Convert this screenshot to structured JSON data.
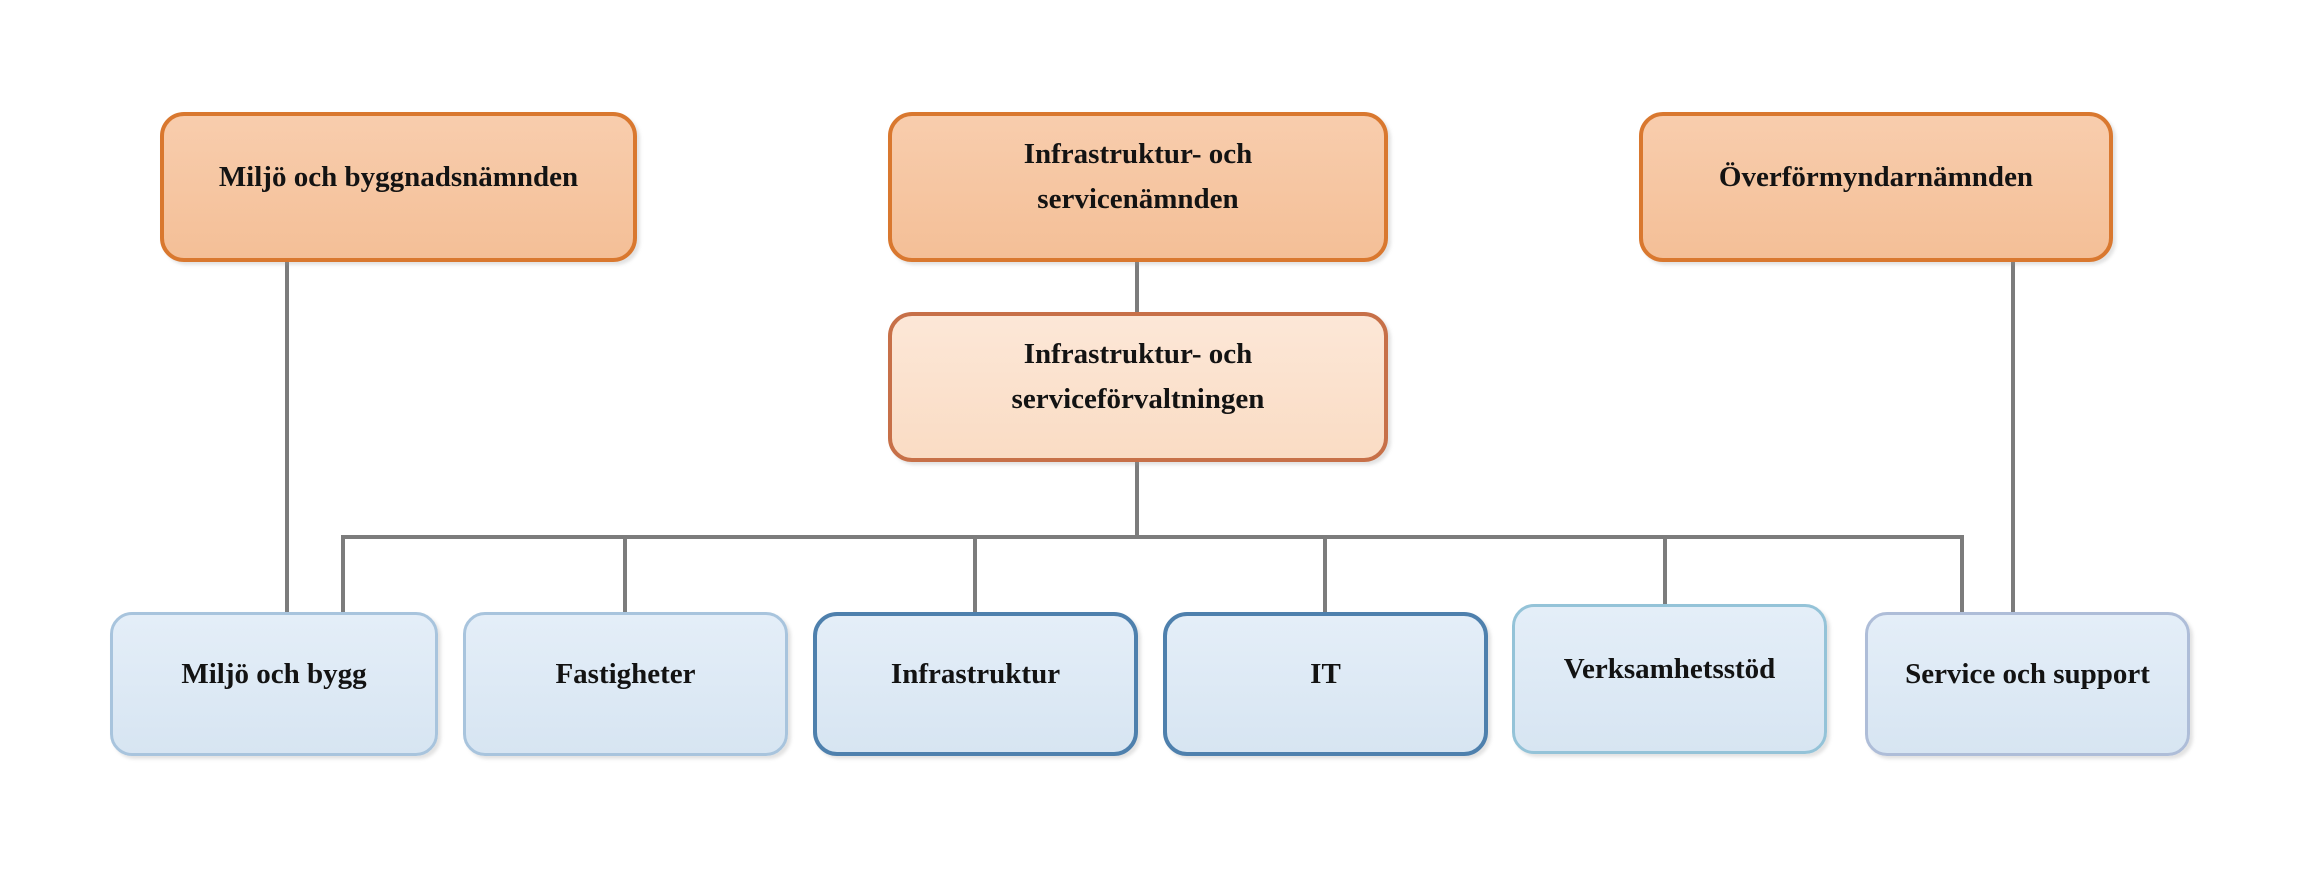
{
  "diagram": {
    "type": "org-chart",
    "background": "#FFFFFF"
  },
  "colors": {
    "connector": "#7C7C7C",
    "text": "#131313",
    "orange_border": "#D9782F",
    "orange_fill": "#F6C5A1",
    "peach_border": "#C77048",
    "peach_fill": "#FBE2CE",
    "blue_fill": "#DDE9F5",
    "border_light_blue": "#A8C4DD",
    "border_medium_blue": "#4E80AD",
    "border_cyan_blue": "#94C3D8",
    "border_gray_blue": "#AEBDD8"
  },
  "nodes": [
    {
      "id": "miljo-och-byggnadsnamnden",
      "label": "Miljö och byggnadsnämnden",
      "level": "top",
      "border": "#D9782F",
      "fill_top": "#F8CDAD",
      "fill_bottom": "#F4BF97"
    },
    {
      "id": "infrastruktur-och-servicenamnden",
      "label": "Infrastruktur- och\nservicenämnden",
      "level": "top",
      "border": "#D9782F",
      "fill_top": "#F8CDAD",
      "fill_bottom": "#F4BF97"
    },
    {
      "id": "overformyndarnamnden",
      "label": "Överförmyndarnämnden",
      "level": "top",
      "border": "#D9782F",
      "fill_top": "#F8CDAD",
      "fill_bottom": "#F4BF97"
    },
    {
      "id": "infrastruktur-och-serviceforvaltningen",
      "label": "Infrastruktur- och\nserviceförvaltningen",
      "level": "middle",
      "border": "#C77048",
      "fill_top": "#FCE7D7",
      "fill_bottom": "#FADCC4"
    },
    {
      "id": "miljo-och-bygg",
      "label": "Miljö och bygg",
      "level": "bottom",
      "border": "#A8C4DD",
      "fill_top": "#E4EEF8",
      "fill_bottom": "#D7E5F2"
    },
    {
      "id": "fastigheter",
      "label": "Fastigheter",
      "level": "bottom",
      "border": "#A8C4DD",
      "fill_top": "#E4EEF8",
      "fill_bottom": "#D7E5F2"
    },
    {
      "id": "infrastruktur",
      "label": "Infrastruktur",
      "level": "bottom",
      "border": "#4E80AD",
      "fill_top": "#E4EEF8",
      "fill_bottom": "#D7E5F2"
    },
    {
      "id": "it",
      "label": "IT",
      "level": "bottom",
      "border": "#4E80AD",
      "fill_top": "#E4EEF8",
      "fill_bottom": "#D7E5F2"
    },
    {
      "id": "verksamhetsstod",
      "label": "Verksamhetsstöd",
      "level": "bottom",
      "border": "#94C3D8",
      "fill_top": "#E4EEF8",
      "fill_bottom": "#D7E5F2"
    },
    {
      "id": "service-och-support",
      "label": "Service och support",
      "level": "bottom",
      "border": "#AEBDD8",
      "fill_top": "#E4EEF8",
      "fill_bottom": "#D7E5F2"
    }
  ],
  "edges": [
    {
      "from": "Miljö och byggnadsnämnden",
      "to": "Miljö och bygg"
    },
    {
      "from": "Infrastruktur- och servicenämnden",
      "to": "Infrastruktur- och serviceförvaltningen"
    },
    {
      "from": "Infrastruktur- och serviceförvaltningen",
      "to": "Miljö och bygg"
    },
    {
      "from": "Infrastruktur- och serviceförvaltningen",
      "to": "Fastigheter"
    },
    {
      "from": "Infrastruktur- och serviceförvaltningen",
      "to": "Infrastruktur"
    },
    {
      "from": "Infrastruktur- och serviceförvaltningen",
      "to": "IT"
    },
    {
      "from": "Infrastruktur- och serviceförvaltningen",
      "to": "Verksamhetsstöd"
    },
    {
      "from": "Infrastruktur- och serviceförvaltningen",
      "to": "Service och support"
    },
    {
      "from": "Överförmyndarnämnden",
      "to": "Service och support"
    }
  ]
}
